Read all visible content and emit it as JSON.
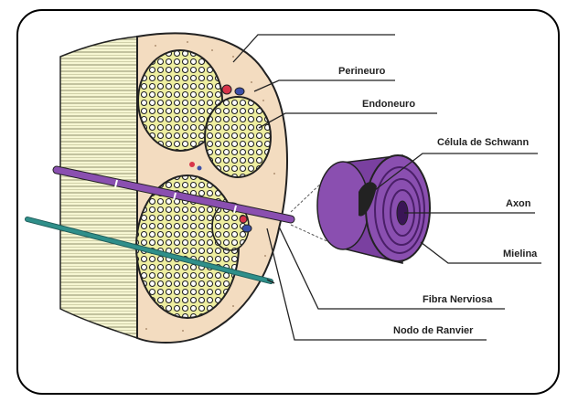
{
  "labels": {
    "top_unlabeled": "",
    "perineuro": "Perineuro",
    "endoneuro": "Endoneuro",
    "celula_schwann": "Célula de Schwann",
    "axon": "Axon",
    "mielina": "Mielina",
    "fibra_nerviosa": "Fibra Nerviosa",
    "nodo_ranvier": "Nodo de Ranvier"
  },
  "colors": {
    "epineurium": "#f3dcc0",
    "fascicle_fill": "#eeeea0",
    "myelin": "#8a4fb0",
    "myelin_dark": "#5d2c80",
    "fiber_teal": "#2f8f8a",
    "vessel_red": "#d8344a",
    "vessel_blue": "#3b4fa8"
  }
}
